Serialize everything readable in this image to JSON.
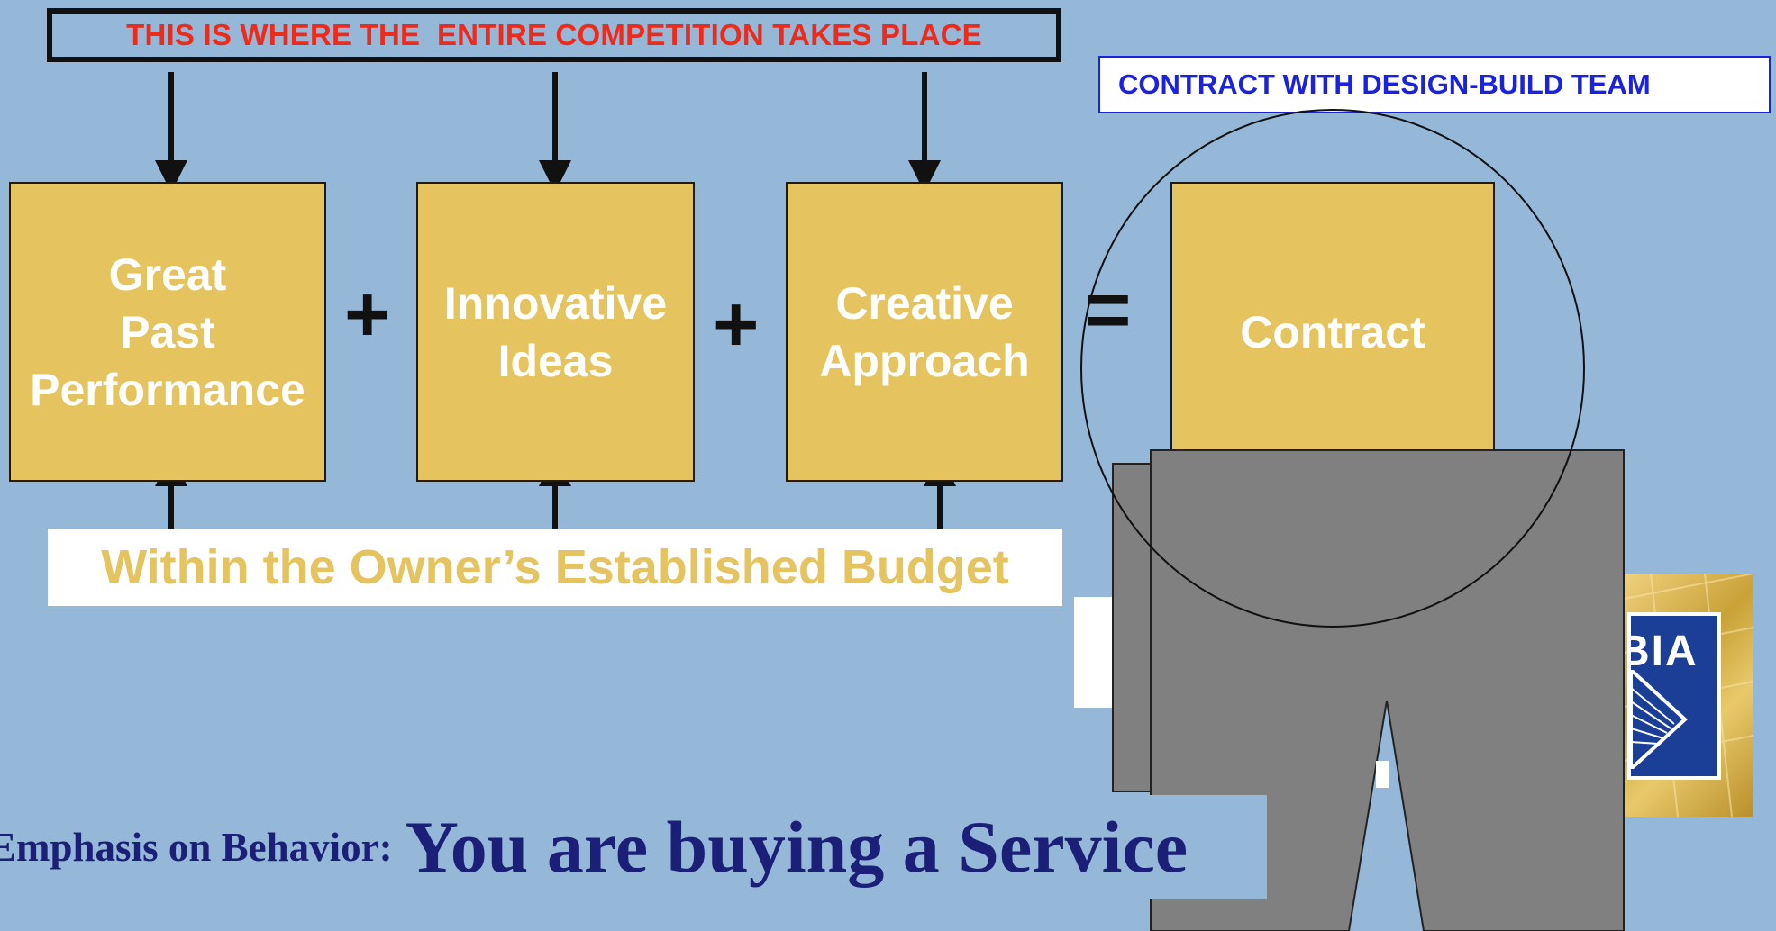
{
  "header": {
    "competition_text": "THIS IS WHERE THE  ENTIRE COMPETITION TAKES PLACE"
  },
  "contract_label": "CONTRACT WITH DESIGN-BUILD TEAM",
  "equation": {
    "boxes": [
      {
        "label": "Great\nPast\nPerformance"
      },
      {
        "label": "Innovative\nIdeas"
      },
      {
        "label": "Creative\nApproach"
      },
      {
        "label": "Contract"
      }
    ],
    "operators": [
      "+",
      "+",
      "="
    ]
  },
  "budget_text": "Within the Owner’s Established Budget",
  "emphasis": {
    "prefix": "Emphasis on Behavior:",
    "main": "You are buying a Service"
  },
  "logo": {
    "visible_text": "BIA"
  },
  "colors": {
    "background": "#95b8d9",
    "box_fill": "#e5c35f",
    "header_text": "#ee2a1a",
    "contract_label_text": "#1a22e0",
    "emphasis_text": "#1c1f78",
    "occluder": "#808080"
  }
}
